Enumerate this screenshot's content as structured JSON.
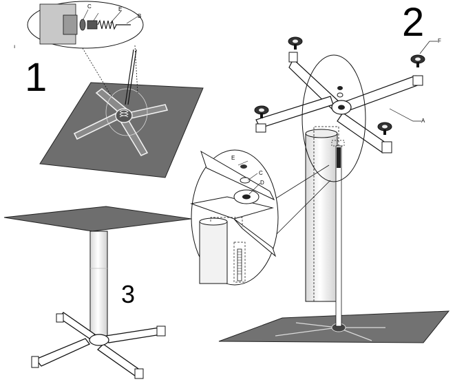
{
  "steps": {
    "one": "1",
    "two": "2",
    "three": "3"
  },
  "part_labels": {
    "a": "A",
    "b": "B",
    "c": "C",
    "d": "D",
    "e": "E",
    "f": "F"
  },
  "stray_mark": "ı",
  "colors": {
    "tabletop": "#6e6e6e",
    "floor_plate": "#727272",
    "line": "#1a1a1a",
    "metal_light": "#e6e6e6",
    "white": "#ffffff"
  }
}
